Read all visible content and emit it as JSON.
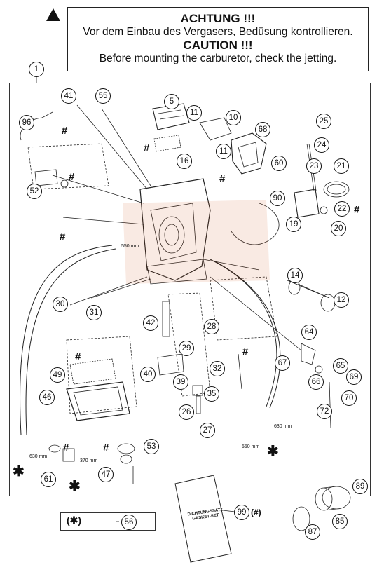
{
  "caution": {
    "line1": "ACHTUNG !!!",
    "line2": "Vor dem Einbau des Vergasers, Bedüsung kontrollieren.",
    "line3": "CAUTION !!!",
    "line4": "Before mounting the carburetor, check the jetting."
  },
  "symbols": {
    "hash": "#",
    "star": "✱"
  },
  "callouts": {
    "c1": "1",
    "c5": "5",
    "c10": "10",
    "c11a": "11",
    "c11b": "11",
    "c12": "12",
    "c14": "14",
    "c16": "16",
    "c19": "19",
    "c20": "20",
    "c21": "21",
    "c22": "22",
    "c23": "23",
    "c24": "24",
    "c25": "25",
    "c26": "26",
    "c27": "27",
    "c28": "28",
    "c29": "29",
    "c30": "30",
    "c31": "31",
    "c32": "32",
    "c35": "35",
    "c39": "39",
    "c40": "40",
    "c41": "41",
    "c42": "42",
    "c46": "46",
    "c47": "47",
    "c49": "49",
    "c52": "52",
    "c53": "53",
    "c55": "55",
    "c56": "56",
    "c60": "60",
    "c61": "61",
    "c64": "64",
    "c65": "65",
    "c66": "66",
    "c67": "67",
    "c68": "68",
    "c69": "69",
    "c70": "70",
    "c72": "72",
    "c85": "85",
    "c87": "87",
    "c89": "89",
    "c90": "90",
    "c96": "96",
    "c99": "99"
  },
  "dimensions": {
    "d550a": "550 mm",
    "d630a": "630 mm",
    "d370": "370 mm",
    "d630b": "630 mm",
    "d550b": "550 mm"
  },
  "gasket_set": {
    "line1": "DICHTUNGSSATZ",
    "line2": "GASKET-SET",
    "note": "(#)"
  },
  "legend": {
    "star": "(✱)"
  }
}
